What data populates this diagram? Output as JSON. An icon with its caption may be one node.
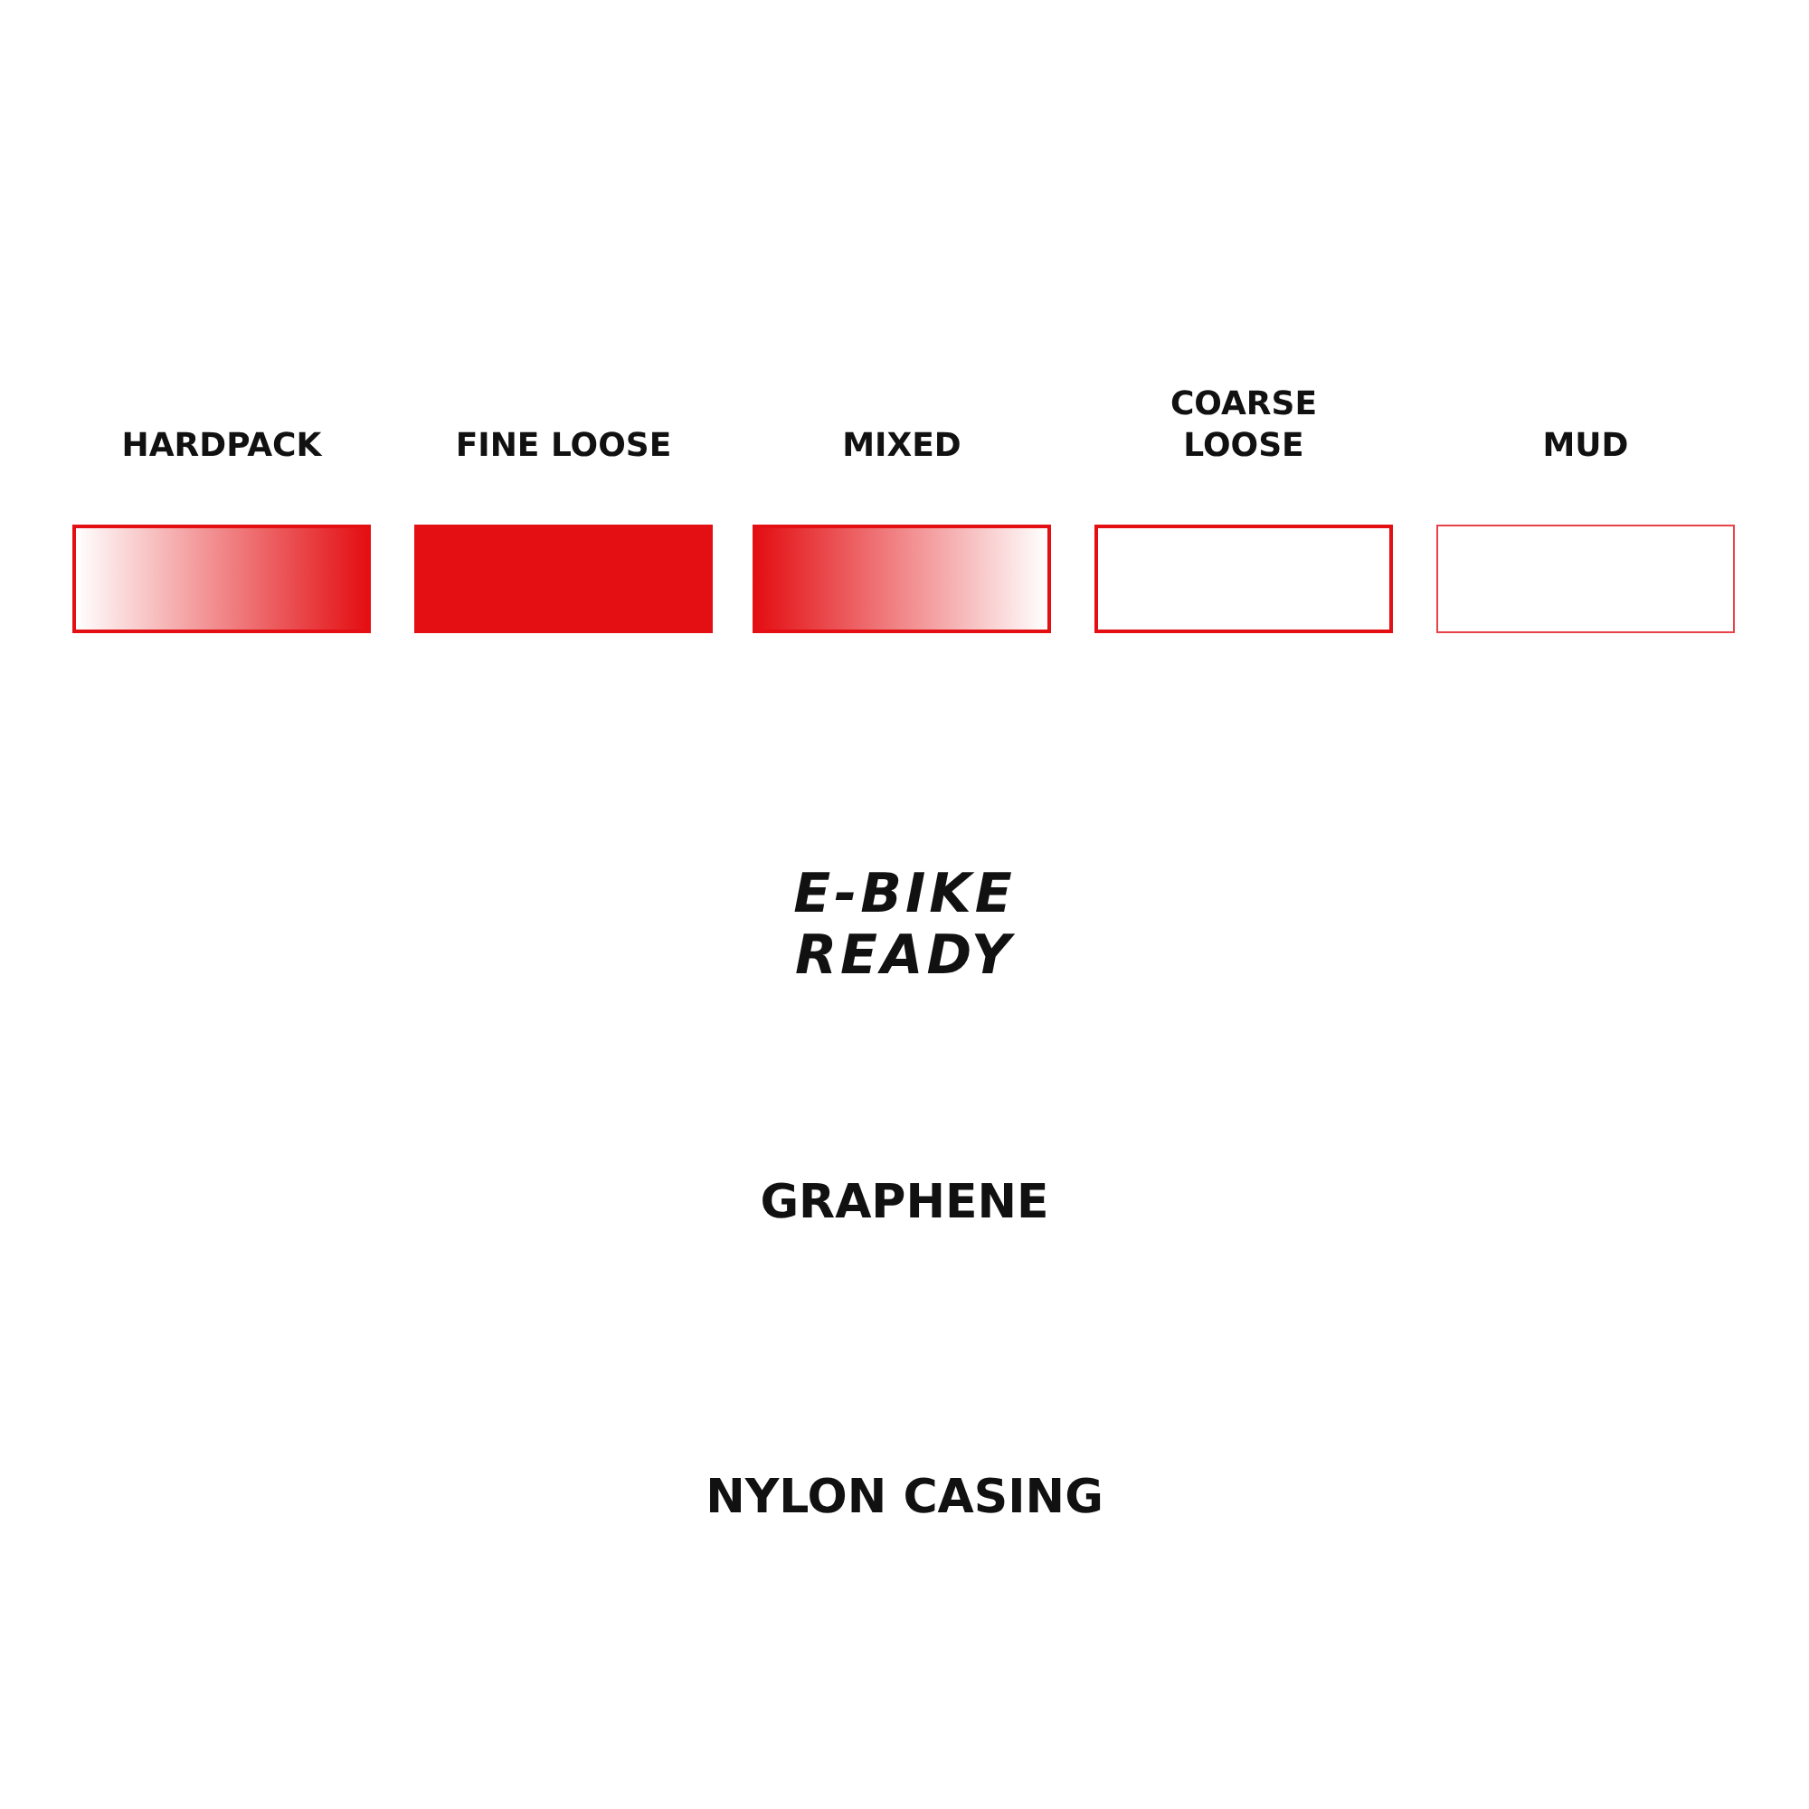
{
  "diagram": {
    "nodes": [
      {
        "text": [
          "HARDPACK"
        ]
      },
      {
        "text": [
          "FINE LOOSE"
        ]
      },
      {
        "text": [
          "MIXED"
        ]
      },
      {
        "text": [
          "COARSE LOOSE"
        ]
      },
      {
        "text": [
          "MUD"
        ]
      }
    ],
    "labels": [
      "E-BIKE READY",
      "GRAPHENE",
      "NYLON CASING"
    ]
  }
}
